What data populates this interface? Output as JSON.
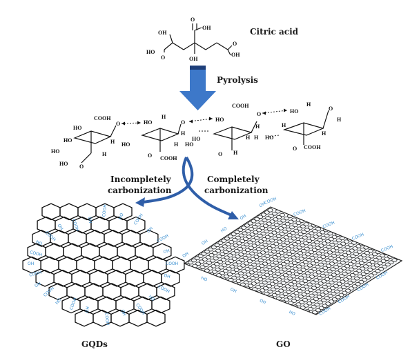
{
  "labels": {
    "citric_acid": "Citric acid",
    "pyrolysis": "Pyrolysis",
    "incomplete": [
      "Incompletely",
      "carbonization"
    ],
    "complete": [
      "Completely",
      "carbonization"
    ],
    "gqds": "GQDs",
    "go": "GO"
  },
  "chem": {
    "oh": "OH",
    "ho": "HO",
    "h": "H",
    "o": "O",
    "cooh": "COOH"
  },
  "colors": {
    "arrow_blue": "#3d78c9",
    "arrow_dark": "#1e3f7a",
    "curve_blue": "#2f5ea8",
    "group_blue": "#3a8fd0"
  },
  "icons": {
    "down_arrow": "block-down-arrow-icon",
    "split_arrows": "curved-split-arrow-icon"
  }
}
